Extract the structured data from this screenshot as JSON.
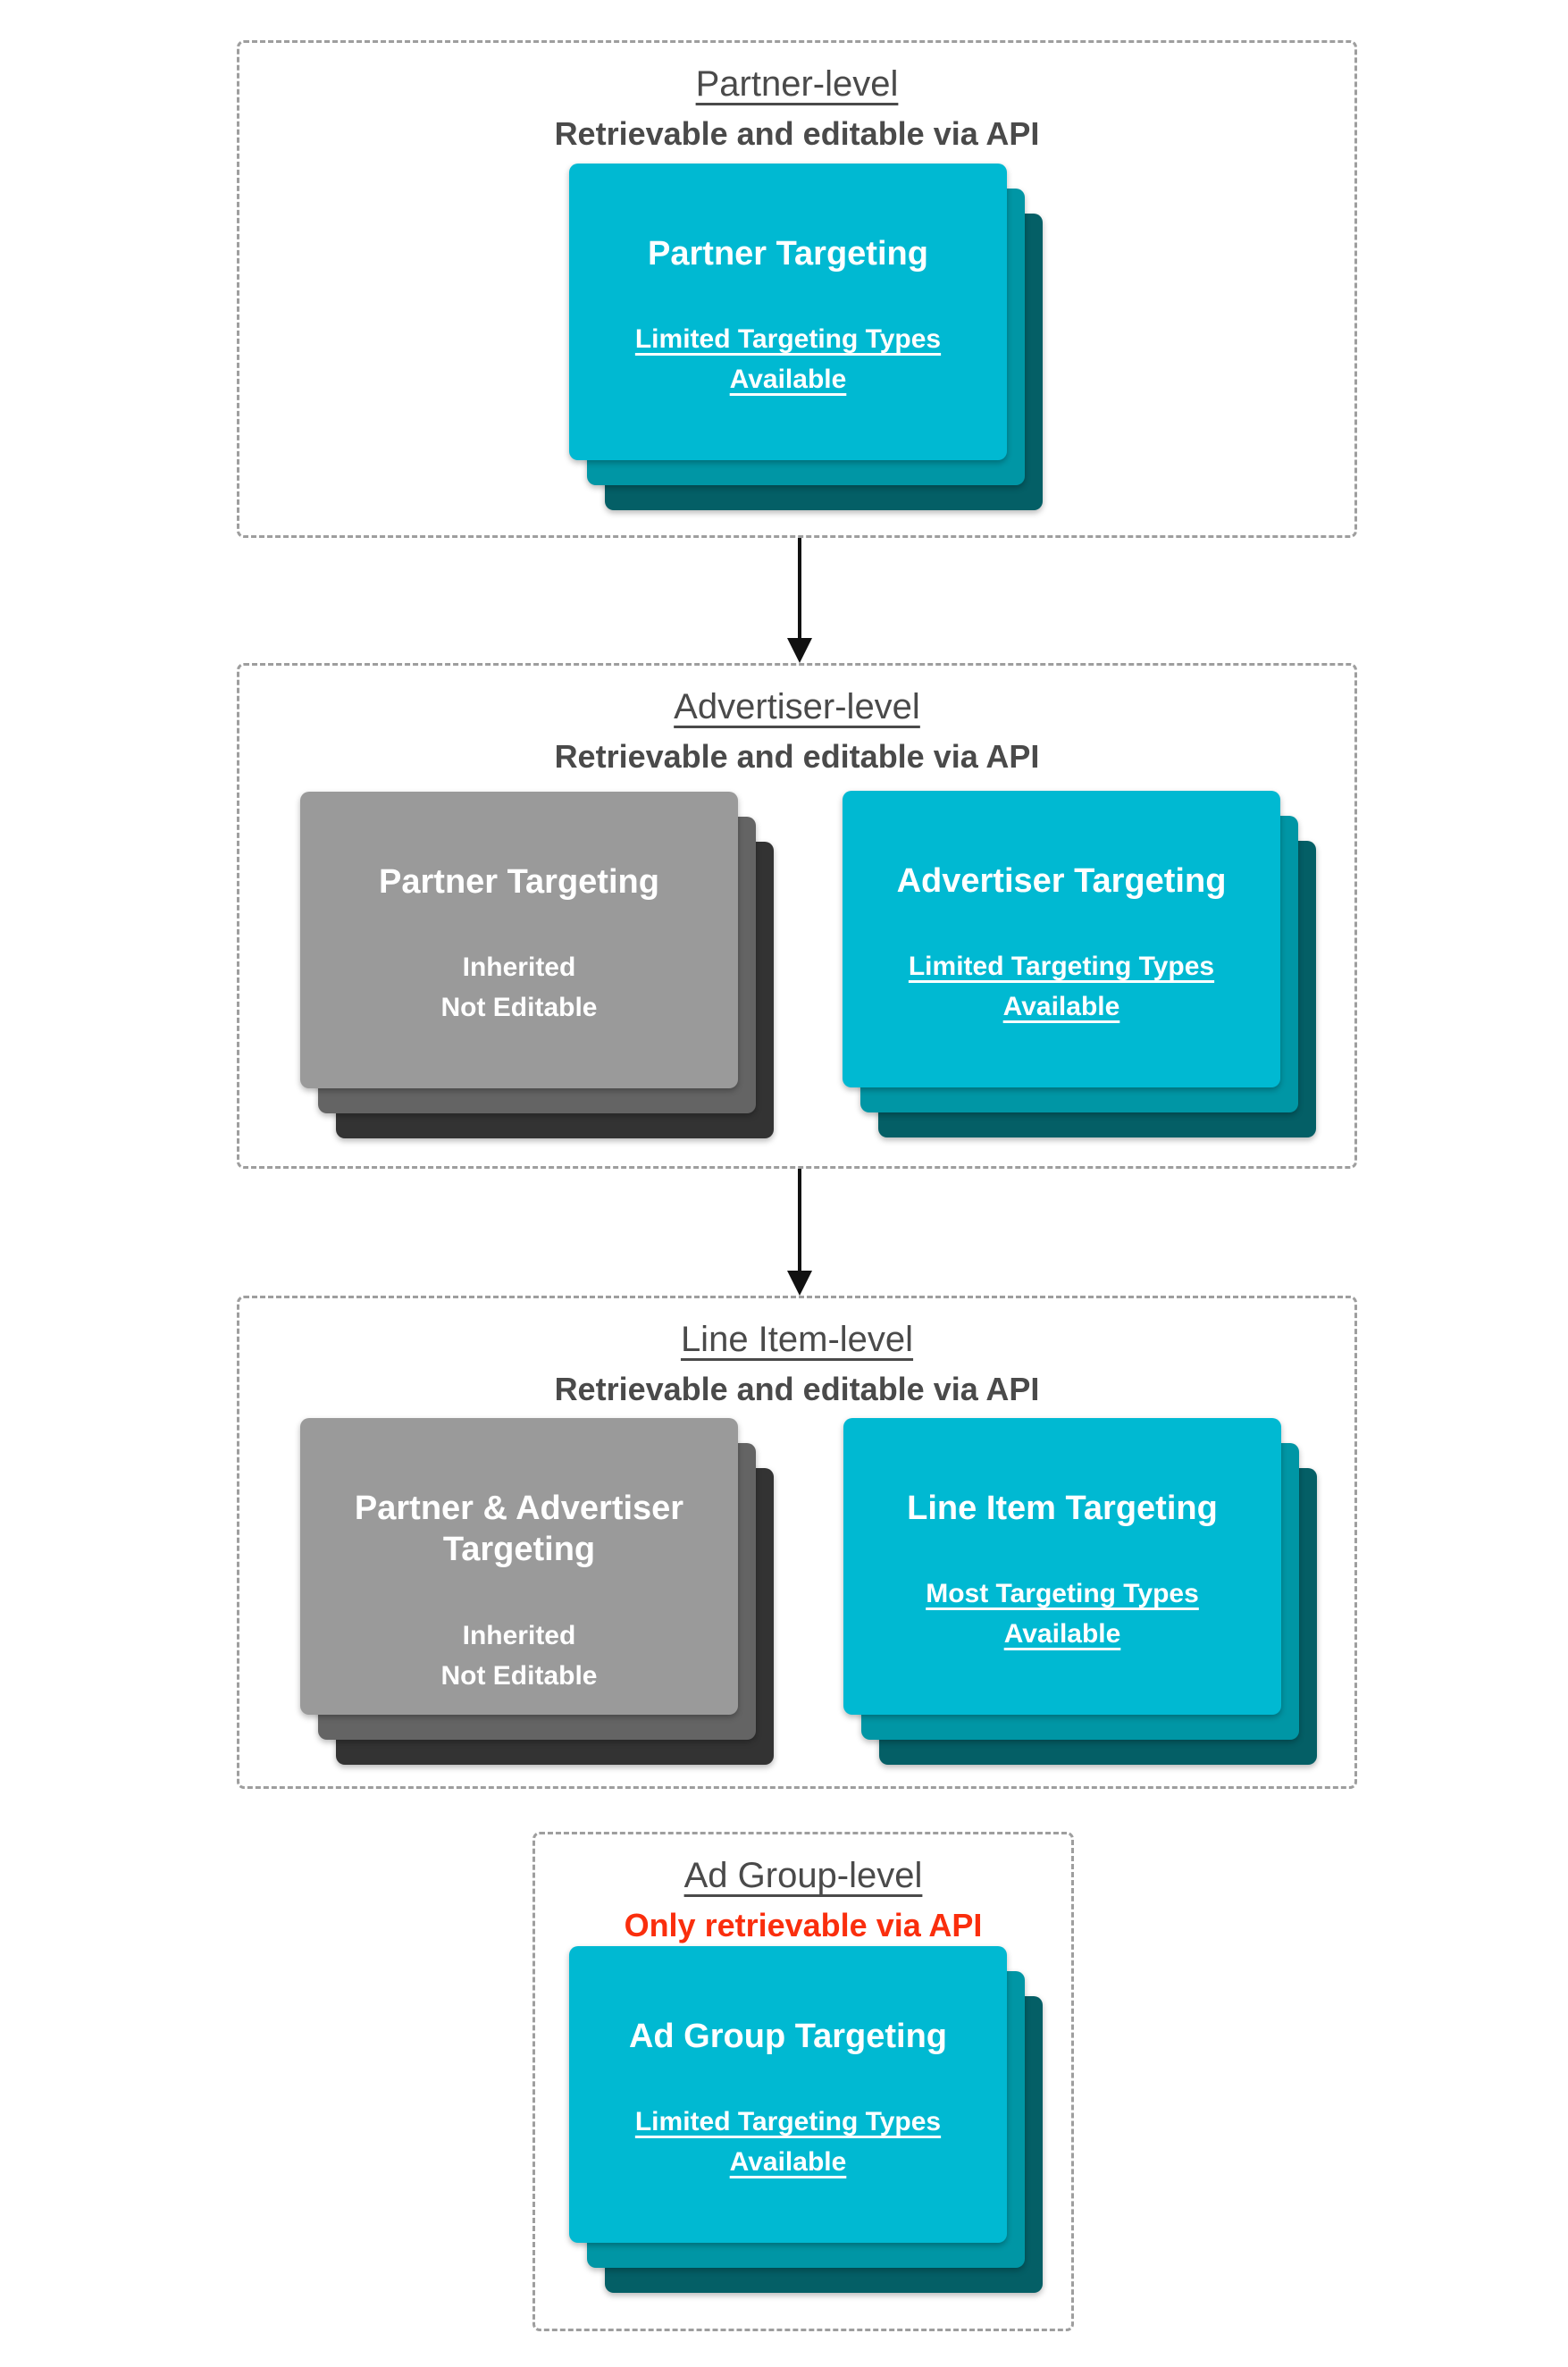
{
  "colors": {
    "background": "#ffffff",
    "dashed_border": "#9e9e9e",
    "heading_text": "#4a4a4a",
    "red_text": "#fa2e0d",
    "card_text": "#ffffff",
    "teal_front": "#00b9d2",
    "teal_mid": "#0096a5",
    "teal_back": "#045f66",
    "gray_front": "#9a9a9a",
    "gray_mid": "#646464",
    "gray_back": "#333333",
    "arrow": "#111111"
  },
  "sections": [
    {
      "title": "Partner-level",
      "subtitle": "Retrievable and editable via API",
      "cards": [
        {
          "style": "teal",
          "title": "Partner Targeting",
          "body": [
            "Limited Targeting Types",
            "Available"
          ]
        }
      ]
    },
    {
      "title": "Advertiser-level",
      "subtitle": "Retrievable and editable via API",
      "cards": [
        {
          "style": "gray",
          "title": "Partner Targeting",
          "body": [
            "Inherited",
            "Not Editable"
          ]
        },
        {
          "style": "teal",
          "title": "Advertiser Targeting",
          "body": [
            "Limited Targeting Types",
            "Available"
          ]
        }
      ]
    },
    {
      "title": "Line Item-level",
      "subtitle": "Retrievable and editable via API",
      "cards": [
        {
          "style": "gray",
          "title": "Partner & Advertiser Targeting",
          "body": [
            "Inherited",
            "Not Editable"
          ]
        },
        {
          "style": "teal",
          "title": "Line Item Targeting",
          "body": [
            "Most Targeting Types",
            "Available"
          ]
        }
      ]
    },
    {
      "title": "Ad Group-level",
      "subtitle": "Only retrievable via API",
      "cards": [
        {
          "style": "teal",
          "title": "Ad Group Targeting",
          "body": [
            "Limited Targeting Types",
            "Available"
          ]
        }
      ]
    }
  ]
}
